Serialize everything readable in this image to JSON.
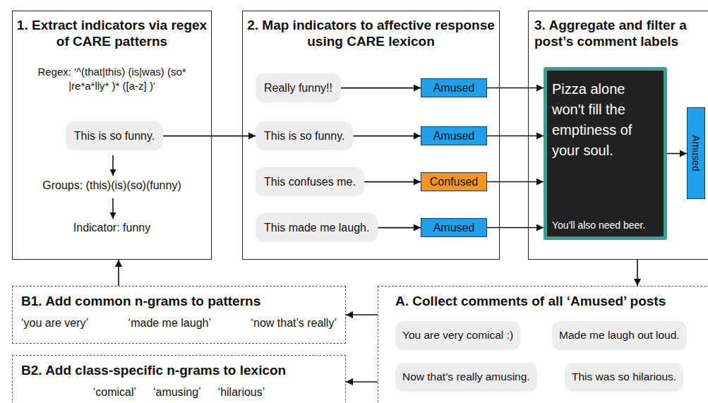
{
  "diagram": {
    "nodes": [
      {
        "text": [
          "1. Extract indicators via regex of CARE patterns",
          "Regex: '^(that|this) (is|was) (so* |re*a*lly* )* ([a-z] )'",
          "Groups: (this)(is)(so)(funny)",
          "Indicator: funny"
        ]
      },
      {
        "text": [
          "This is so funny."
        ],
        "in": 0
      },
      {
        "text": [
          "2. Map indicators to affective response using CARE lexicon"
        ]
      },
      {
        "text": [
          "Really funny!!"
        ],
        "in": 2
      },
      {
        "text": [
          "This is so funny."
        ],
        "in": 2
      },
      {
        "text": [
          "This confuses me."
        ],
        "in": 2
      },
      {
        "text": [
          "This made me laugh."
        ],
        "in": 2
      },
      {
        "text": [
          "Amused"
        ],
        "in": 2
      },
      {
        "text": [
          "Amused"
        ],
        "in": 2
      },
      {
        "text": [
          "Confused"
        ],
        "in": 2
      },
      {
        "text": [
          "Amused"
        ],
        "in": 2
      },
      {
        "text": [
          "3. Aggregate and filter a post’s comment labels"
        ]
      },
      {
        "text": [
          "Pizza alone won't fill the emptiness of your soul.",
          "You'll also need beer."
        ],
        "in": 11
      },
      {
        "text": [
          "Amused"
        ],
        "in": 11
      },
      {
        "text": [
          "B1. Add common n-grams to patterns",
          "‘you are very’",
          "‘made me laugh’",
          "‘now that’s really’"
        ]
      },
      {
        "text": [
          "B2. Add class-specific n-grams to lexicon",
          "‘comical’",
          "‘amusing’",
          "‘hilarious’"
        ]
      },
      {
        "text": [
          "A. Collect comments of all ‘Amused’ posts"
        ]
      },
      {
        "text": [
          "You are very comical :)"
        ],
        "in": 16
      },
      {
        "text": [
          "Made me laugh out loud."
        ],
        "in": 16
      },
      {
        "text": [
          "Now that’s really amusing."
        ],
        "in": 16
      },
      {
        "text": [
          "This was so hilarious."
        ],
        "in": 16
      }
    ],
    "edges": [
      {
        "from": 1,
        "to": 4,
        "arrow": "to"
      },
      {
        "from": 3,
        "to": 7,
        "arrow": "to"
      },
      {
        "from": 4,
        "to": 8,
        "arrow": "to"
      },
      {
        "from": 5,
        "to": 9,
        "arrow": "to"
      },
      {
        "from": 6,
        "to": 10,
        "arrow": "to"
      },
      {
        "from": 7,
        "to": 12,
        "arrow": "to"
      },
      {
        "from": 8,
        "to": 12,
        "arrow": "to"
      },
      {
        "from": 9,
        "to": 12,
        "arrow": "to"
      },
      {
        "from": 10,
        "to": 12,
        "arrow": "to"
      },
      {
        "from": 12,
        "to": 13,
        "arrow": "to"
      },
      {
        "from": 11,
        "to": 16,
        "arrow": "to"
      },
      {
        "from": 16,
        "to": 14,
        "arrow": "to"
      },
      {
        "from": 16,
        "to": 15,
        "arrow": "to"
      },
      {
        "from": 14,
        "to": 0,
        "arrow": "to"
      }
    ]
  }
}
